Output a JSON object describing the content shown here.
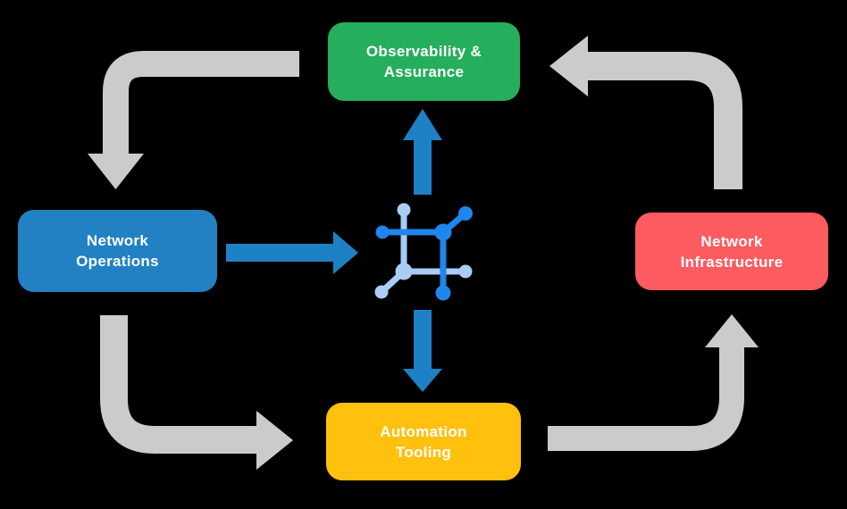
{
  "diagram": {
    "type": "cycle-flow",
    "background": "#000000",
    "nodes": [
      {
        "id": "observability-assurance",
        "line1": "Observability &",
        "line2": "Assurance",
        "color": "#25AE5C"
      },
      {
        "id": "network-operations",
        "line1": "Network",
        "line2": "Operations",
        "color": "#2281C3"
      },
      {
        "id": "network-infrastructure",
        "line1": "Network",
        "line2": "Infrastructure",
        "color": "#FC5B5F"
      },
      {
        "id": "automation-tooling",
        "line1": "Automation",
        "line2": "Tooling",
        "color": "#FFC00E"
      }
    ],
    "center_icon": {
      "name": "network-mesh-icon",
      "dark_blue": "#1E86EC",
      "light_blue": "#A9CDF4"
    },
    "arrows": {
      "gray_color": "#CBCBCB",
      "blue_color": "#1E81C5",
      "gray_flow": [
        "observability-assurance -> network-operations",
        "network-operations -> automation-tooling",
        "automation-tooling -> network-infrastructure",
        "network-infrastructure -> observability-assurance"
      ],
      "blue_flow": [
        "network-operations -> center-icon",
        "center-icon -> observability-assurance",
        "center-icon -> automation-tooling"
      ]
    }
  }
}
